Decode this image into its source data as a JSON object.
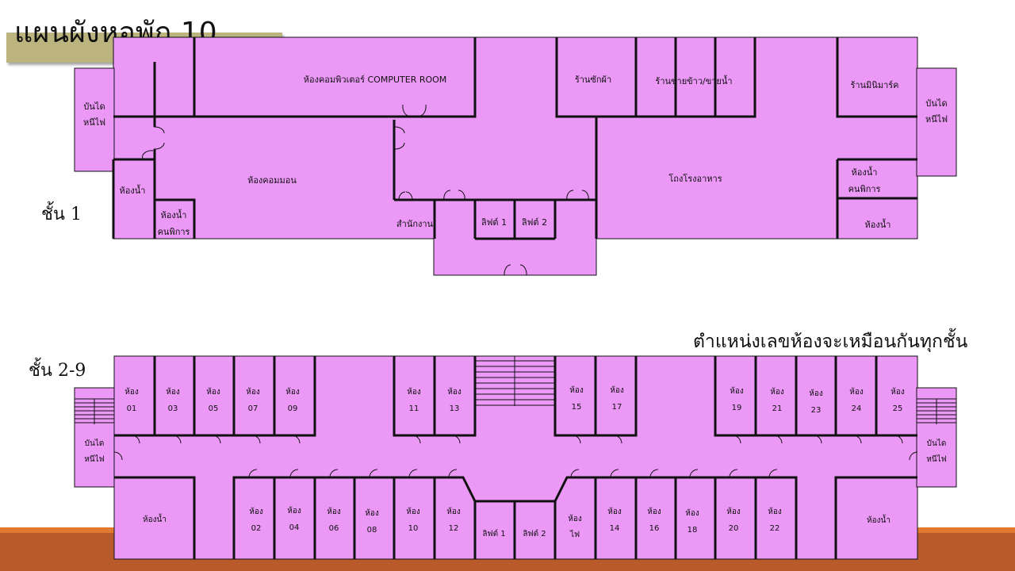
{
  "title": "แผนผังหอพัก 10",
  "floor1": {
    "label": "ชั้น 1",
    "rooms": {
      "computer_room": "ห้องคอมพิวเตอร์ COMPUTER ROOM",
      "laundry": "ร้านซักผ้า",
      "food_shop": "ร้านขายข้าว/ขายน้ำ",
      "minimart": "ร้านมินิมาร์ค",
      "fire_stair": "บันได",
      "fire_stair_2": "หนีไฟ",
      "common_room": "ห้องคอมมอน",
      "canteen": "โถงโรงอาหาร",
      "toilet": "ห้องน้ำ",
      "toilet_disabled_1": "ห้องน้ำ",
      "toilet_disabled_2": "คนพิการ",
      "office": "สำนักงาน",
      "lift1": "ลิฟต์ 1",
      "lift2": "ลิฟต์ 2"
    }
  },
  "floor2": {
    "label": "ชั้น 2-9",
    "note": "ตำแหน่งเลขห้องจะเหมือนกันทุกชั้น",
    "room_word": "ห้อง",
    "top_rooms": [
      "01",
      "03",
      "05",
      "07",
      "09",
      "11",
      "13",
      "15",
      "17",
      "19",
      "21",
      "23",
      "24",
      "25"
    ],
    "bottom_rooms": [
      "02",
      "04",
      "06",
      "08",
      "10",
      "12",
      "14",
      "16",
      "18",
      "20",
      "22"
    ],
    "toilet": "ห้องน้ำ",
    "electric_1": "ห้อง",
    "electric_2": "ไฟ",
    "lift1": "ลิฟต์ 1",
    "lift2": "ลิฟต์ 2",
    "fire_stair": "บันได",
    "fire_stair_2": "หนีไฟ"
  },
  "colors": {
    "room_fill": "#eb98f6",
    "wall": "#111111",
    "title_bar": "#bcb47e",
    "bottom_band": "#b85a2a"
  }
}
